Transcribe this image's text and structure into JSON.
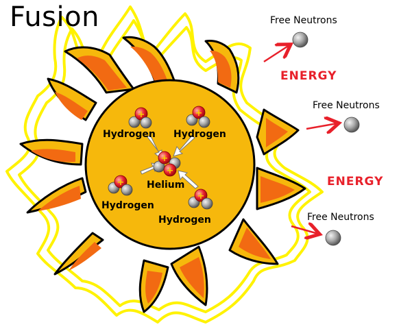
{
  "title": "Fusion",
  "labels": {
    "hydrogen_top_left": "Hydrogen",
    "hydrogen_top_right": "Hydrogen",
    "helium": "Helium",
    "hydrogen_bottom_left": "Hydrogen",
    "hydrogen_bottom_right": "Hydrogen"
  },
  "outputs": {
    "neutron_1": "Free Neutrons",
    "neutron_2": "Free Neutrons",
    "neutron_3": "Free Neutrons",
    "energy_1": "ENERGY",
    "energy_2": "ENERGY"
  },
  "colors": {
    "energy": "#e8202a",
    "arrow": "#e8202a",
    "sun_core": "#f6b80c",
    "petal_outer": "#f6b80c",
    "petal_inner": "#f26a12",
    "glow": "#fff200",
    "neutron": "#8e8e8e",
    "proton": "#e8202a"
  },
  "icons": {
    "proton": "plus-sign-particle",
    "neutron": "gray-sphere",
    "reaction_arrow": "white-arrow"
  }
}
